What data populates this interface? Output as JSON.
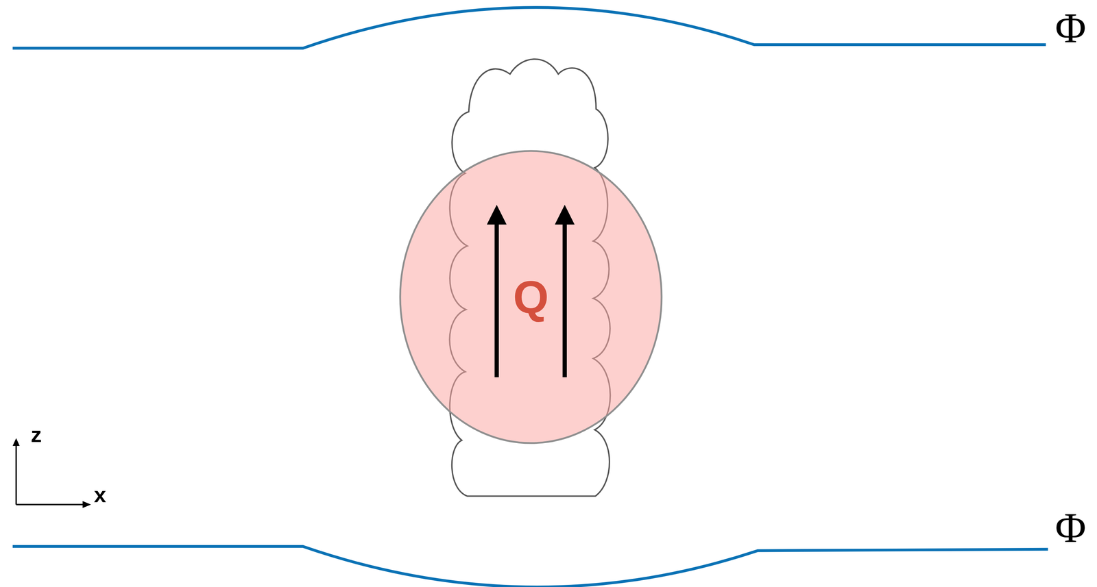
{
  "diagram": {
    "nodes": [
      {
        "text": [
          "Q"
        ]
      }
    ],
    "labels": [
      "Φ",
      "Φ",
      "z",
      "x"
    ]
  }
}
